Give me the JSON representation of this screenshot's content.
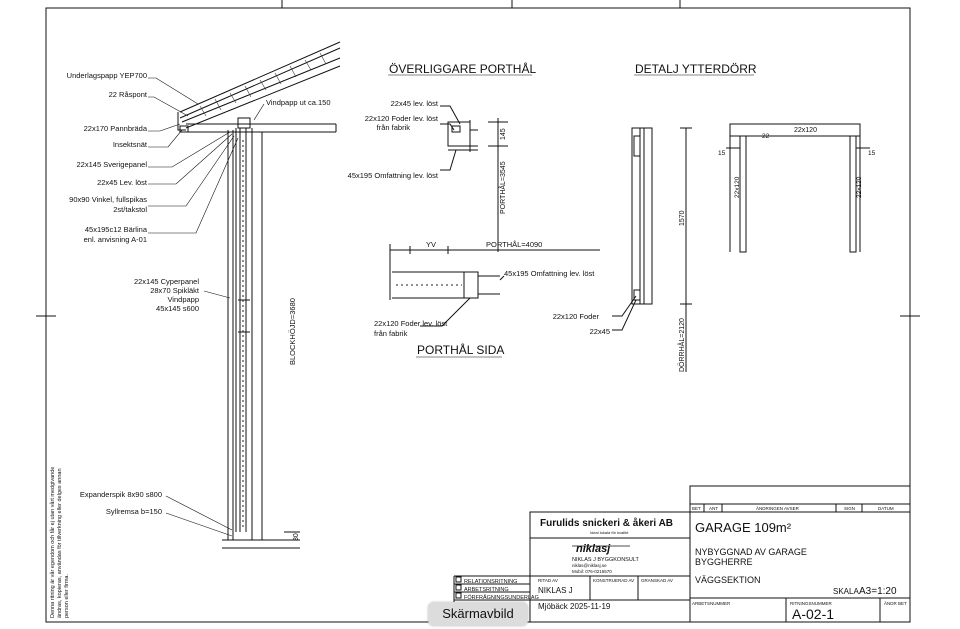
{
  "section_titles": {
    "lintel": "ÖVERLIGGARE PORTHÅL",
    "door_detail": "DETALJ YTTERDÖRR",
    "side": "PORTHÅL SIDA"
  },
  "wall_labels": [
    "Underlagspapp YEP700",
    "22 Råspont",
    "22x170 Pannbräda",
    "Insektsnät",
    "22x145 Sverigepanel",
    "22x45 Lev. löst",
    "90x90 Vinkel, fullspikas",
    "2st/takstol",
    "45x195c12 Bärlina",
    "enl. anvisning A-01",
    "22x145 Cyperpanel",
    "28x70 Spikläkt",
    "Vindpapp",
    "45x145 s600",
    "Expanderspik 8x90 s800",
    "Syllremsa b=150"
  ],
  "wall_misc": {
    "vindpapp": "Vindpapp ut ca.150",
    "blockhojd": "BLOCKHÖJD=3680",
    "num_30": "30"
  },
  "lintel_labels": {
    "l1": "22x45 lev. löst",
    "l2": "22x120 Foder lev. löst",
    "l3": "från fabrik",
    "l4": "45x195 Omfattning lev. löst",
    "dim145": "145",
    "porthal_h": "PORTHÅL=3545"
  },
  "side_labels": {
    "yv": "YV",
    "porthal_w": "PORTHÅL=4090",
    "omf": "45x195 Omfattning lev. löst",
    "foder": "22x120 Foder lev. löst",
    "fran": "från fabrik"
  },
  "door_labels": {
    "dim1570": "1570",
    "dorrhal": "DÖRRHÅL=2120",
    "foder": "22x120 Foder",
    "d2245": "22x45",
    "top": "22x120",
    "d22": "22",
    "d15a": "15",
    "d15b": "15",
    "left": "22x120",
    "right": "22x120"
  },
  "title_block": {
    "company": "Furulids snickeri & åkeri AB",
    "company_sub": "Ideal lokala för kvalité",
    "logo": "niklasj",
    "consultant": "NIKLAS J BYGGKONSULT",
    "email": "niklas@niklasj.se",
    "mobile": "Mobil: 076-0215570",
    "rev_headers": [
      "BET",
      "ANT",
      "ÄNDRINGEN AVSER",
      "SIGN",
      "DATUM"
    ],
    "title": "GARAGE 109m²",
    "line1": "NYBYGGNAD AV GARAGE",
    "line2": "BYGGHERRE",
    "line3": "VÄGGSEKTION",
    "types": [
      "RELATIONSRITNING",
      "ARBETSRITNING",
      "FÖRFRÅGNINGSUNDERLAG"
    ],
    "ritad_av_label": "RITAD AV",
    "ritad_av": "NIKLAS J",
    "konstruerad_label": "KONSTRUERAD AV",
    "granskad_label": "GRANSKAD AV",
    "date": "Mjöbäck 2025-11-19",
    "scale_label": "SKALA",
    "scale": "A3=1:20",
    "arbetsnummer_label": "ARBETSNUMMER",
    "ritningsnummer_label": "RITNINGSNUMMER",
    "ritningsnummer": "A-02-1",
    "andr_label": "ÄNDR BET"
  },
  "side_note": [
    "Denna ritning är vår egendom och får ej utan vårt medgivande",
    "ändras, kopieras, användas för tillverkning eller delges annan",
    "person eller firma."
  ],
  "toast": "Skärmavbild"
}
